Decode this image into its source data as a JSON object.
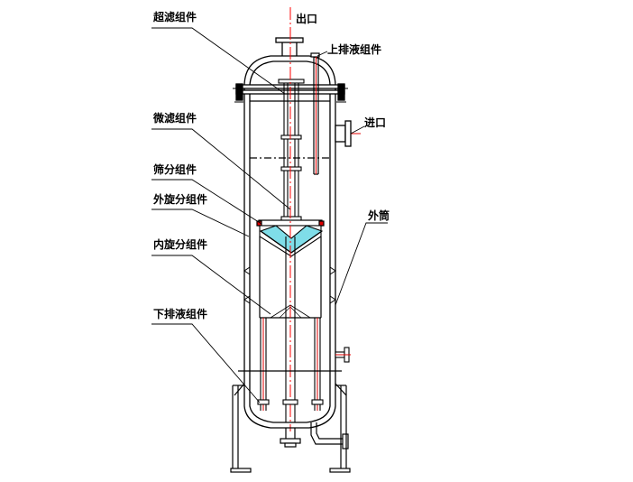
{
  "labels": {
    "ultra_filter": "超滤组件",
    "micro_filter": "微滤组件",
    "screen_separation": "筛分组件",
    "outer_cyclone": "外旋分组件",
    "inner_cyclone": "内旋分组件",
    "lower_drain": "下排液组件",
    "outlet": "出口",
    "upper_drain": "上排液组件",
    "inlet": "进口",
    "outer_shell": "外筒"
  },
  "colors": {
    "line": "#000000",
    "centerline": "#ff0000",
    "pipe_accent": "#e00000",
    "cone_fill": "#7fdde8"
  }
}
